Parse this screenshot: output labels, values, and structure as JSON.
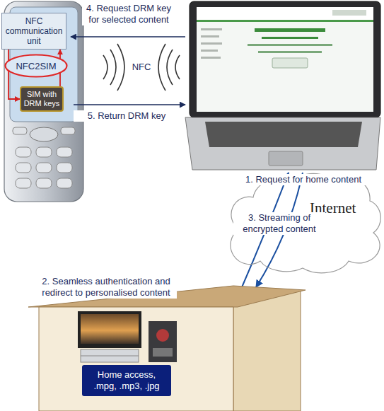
{
  "diagram": {
    "nodes": [
      {
        "text": [
          "NFC communication unit"
        ]
      },
      {
        "text": [
          "NFC2SIM"
        ]
      },
      {
        "text": [
          "SIM with DRM keys"
        ]
      },
      {
        "text": [
          "Internet"
        ]
      },
      {
        "text": [
          "Home access, .mpg, .mp3, .jpg"
        ]
      }
    ],
    "edges": [
      {
        "from": 0,
        "to": 2,
        "arrow": "to"
      },
      {
        "from": 2,
        "to": 0,
        "arrow": "to"
      }
    ],
    "labels": [
      "4. Request DRM key for selected content",
      "NFC",
      "5. Return DRM key",
      "1. Request for home content",
      "3. Streaming of encrypted content",
      "2. Seamless authentication and redirect to personalised content"
    ]
  }
}
